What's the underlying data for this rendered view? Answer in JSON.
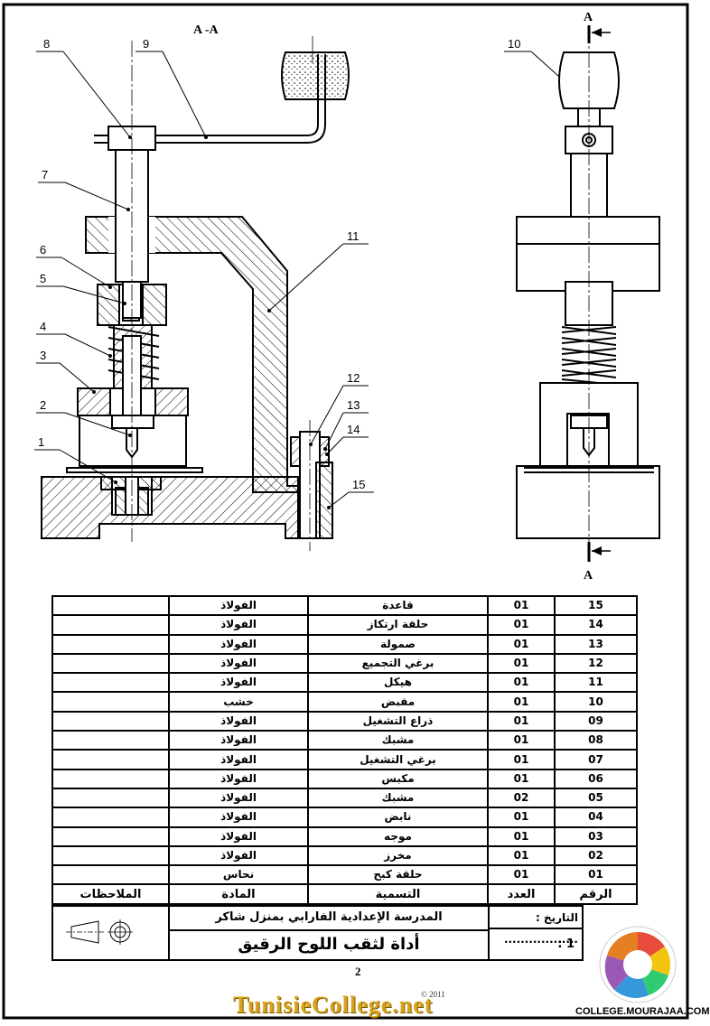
{
  "drawing": {
    "section_title": "A -A",
    "section_mark": "A",
    "part_labels": [
      "1",
      "2",
      "3",
      "4",
      "5",
      "6",
      "7",
      "8",
      "9",
      "10",
      "11",
      "12",
      "13",
      "14",
      "15"
    ]
  },
  "nomenclature": {
    "headers": {
      "rep": "الرقم",
      "qty": "العدد",
      "name": "التسمية",
      "material": "المادة",
      "remarks": "الملاحظات"
    },
    "rows": [
      {
        "rep": "15",
        "qty": "01",
        "name": "قاعدة",
        "material": "الفولاذ",
        "remarks": ""
      },
      {
        "rep": "14",
        "qty": "01",
        "name": "حلقة ارتكاز",
        "material": "الفولاذ",
        "remarks": ""
      },
      {
        "rep": "13",
        "qty": "01",
        "name": "صمولة",
        "material": "الفولاذ",
        "remarks": ""
      },
      {
        "rep": "12",
        "qty": "01",
        "name": "برغي التجميع",
        "material": "الفولاذ",
        "remarks": ""
      },
      {
        "rep": "11",
        "qty": "01",
        "name": "هيكل",
        "material": "الفولاذ",
        "remarks": ""
      },
      {
        "rep": "10",
        "qty": "01",
        "name": "مقبض",
        "material": "خشب",
        "remarks": ""
      },
      {
        "rep": "09",
        "qty": "01",
        "name": "ذراع التشغيل",
        "material": "الفولاذ",
        "remarks": ""
      },
      {
        "rep": "08",
        "qty": "01",
        "name": "مشبك",
        "material": "الفولاذ",
        "remarks": ""
      },
      {
        "rep": "07",
        "qty": "01",
        "name": "برغي التشغيل",
        "material": "الفولاذ",
        "remarks": ""
      },
      {
        "rep": "06",
        "qty": "01",
        "name": "مكبس",
        "material": "الفولاذ",
        "remarks": ""
      },
      {
        "rep": "05",
        "qty": "02",
        "name": "مشبك",
        "material": "الفولاذ",
        "remarks": ""
      },
      {
        "rep": "04",
        "qty": "01",
        "name": "نابض",
        "material": "الفولاذ",
        "remarks": ""
      },
      {
        "rep": "03",
        "qty": "01",
        "name": "موجه",
        "material": "الفولاذ",
        "remarks": ""
      },
      {
        "rep": "02",
        "qty": "01",
        "name": "مخرز",
        "material": "الفولاذ",
        "remarks": ""
      },
      {
        "rep": "01",
        "qty": "01",
        "name": "حلقة كبح",
        "material": "نحاس",
        "remarks": ""
      }
    ]
  },
  "cartouche": {
    "school": "المدرسة الإعدادية الفارابي بمنزل شاكر",
    "title": "أداة لثقب اللوح الرقيق",
    "date_label": "التاريخ : ..................",
    "scale": "1 :"
  },
  "footer": {
    "page_number": "2",
    "brand": "TunisieCollege.net",
    "brand_year": "© 2011",
    "brand2": "COLLEGE.MOURAJAA.COM"
  }
}
